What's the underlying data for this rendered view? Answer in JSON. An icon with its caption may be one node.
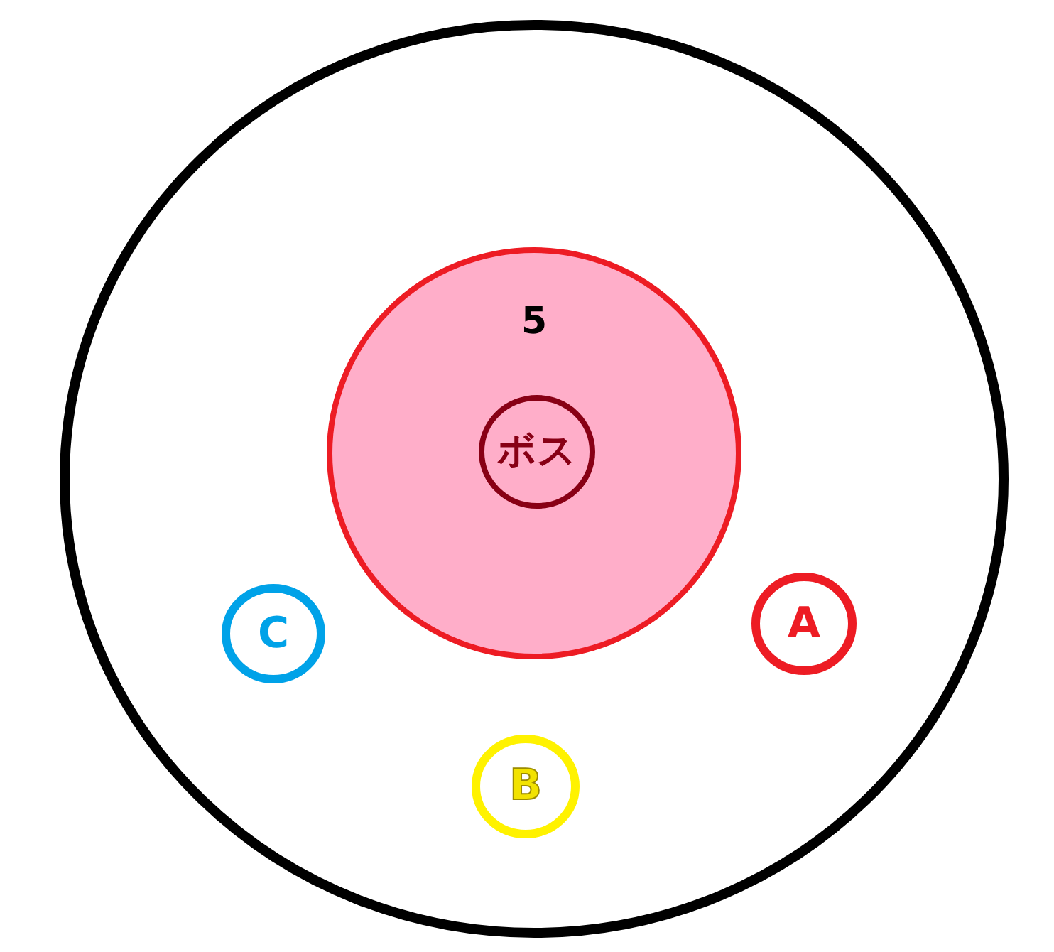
{
  "diagram": {
    "nodes": [
      {
        "text": [],
        "shape": "circle"
      },
      {
        "text": [
          "5"
        ],
        "in": 0
      },
      {
        "text": [
          "ボス"
        ],
        "in": 1
      },
      {
        "text": [
          "A"
        ],
        "in": 0
      },
      {
        "text": [
          "B"
        ],
        "in": 0
      },
      {
        "text": [
          "C"
        ],
        "in": 0
      }
    ]
  }
}
